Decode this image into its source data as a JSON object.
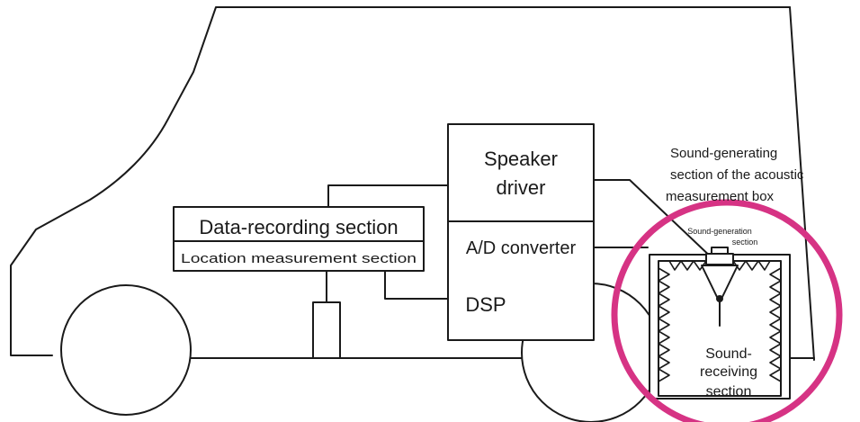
{
  "labels": {
    "data_recording": "Data-recording section",
    "location_measurement": "Location measurement section",
    "speaker_driver_line1": "Speaker",
    "speaker_driver_line2": "driver",
    "ad_converter": "A/D converter",
    "dsp": "DSP",
    "sound_generating_line1": "Sound-generating",
    "sound_generating_line2": "section of the acoustic",
    "sound_generating_line3": "measurement box",
    "sound_generation_small_line1": "Sound-generation",
    "sound_generation_small_line2": "section",
    "sound_receiving_line1": "Sound-",
    "sound_receiving_line2": "receiving",
    "sound_receiving_line3": "section"
  },
  "colors": {
    "line": "#1a1a1a",
    "highlight_circle": "#d63384",
    "background": "#ffffff"
  }
}
